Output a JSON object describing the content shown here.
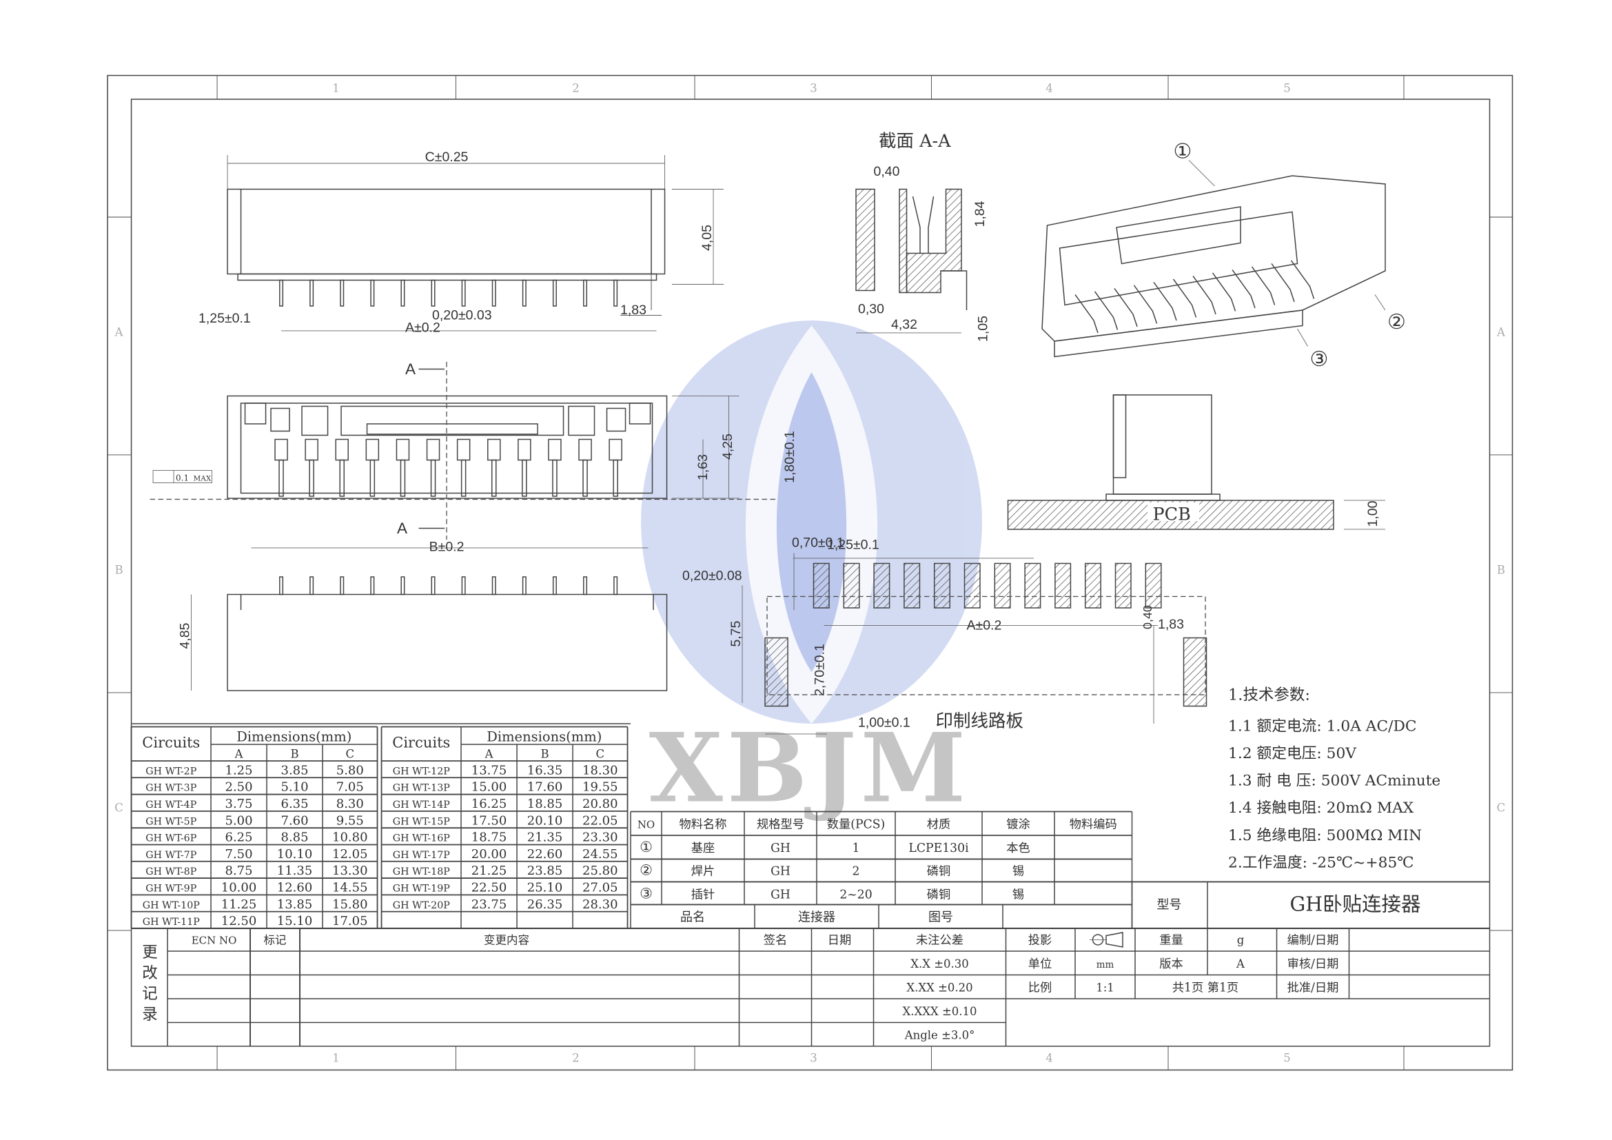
{
  "frame": {
    "col_labels": [
      "1",
      "2",
      "3",
      "4",
      "5"
    ],
    "row_labels": [
      "A",
      "B",
      "C"
    ]
  },
  "watermark": {
    "text": "XBJM",
    "color": "#3b5fc9"
  },
  "front_view": {
    "dim_c": "C±0.25",
    "dim_height": "4,05",
    "dim_pitch_left": "1,25±0.1",
    "dim_pin": "0,20±0.03",
    "dim_a": "A±0.2",
    "dim_right": "1,83"
  },
  "top_view": {
    "section_mark_top": "A",
    "section_mark_bottom": "A",
    "dim_b": "B±0.2",
    "dim_depth": "4,25",
    "dim_inner": "1,63",
    "dim_pcb_height": "1,80±0.1",
    "flatness": "0.1",
    "flatness_unit": "MAX"
  },
  "side_view": {
    "dim_height": "4,85"
  },
  "section": {
    "title": "截面  A-A",
    "dim_040": "0,40",
    "dim_184": "1,84",
    "dim_030": "0,30",
    "dim_432": "4,32",
    "dim_105": "1,05"
  },
  "iso_view": {
    "callouts": [
      "①",
      "②",
      "③"
    ]
  },
  "pcb_side": {
    "label": "PCB",
    "dim": "1,00"
  },
  "pcb_layout": {
    "dim_pad_w": "0,70±0.1",
    "dim_pitch": "1,25±0.1",
    "dim_gap": "0,20±0.08",
    "dim_total": "5,75",
    "dim_a": "A±0.2",
    "dim_040": "0,40",
    "dim_183": "1,83",
    "dim_270": "2,70±0.1",
    "dim_100": "1,00±0.1",
    "caption": "印制线路板"
  },
  "dimensions_table": {
    "header_circuits": "Circuits",
    "header_dims": "Dimensions(mm)",
    "cols": [
      "A",
      "B",
      "C"
    ],
    "rows": [
      [
        "GH WT-2P",
        "1.25",
        "3.85",
        "5.80"
      ],
      [
        "GH WT-3P",
        "2.50",
        "5.10",
        "7.05"
      ],
      [
        "GH WT-4P",
        "3.75",
        "6.35",
        "8.30"
      ],
      [
        "GH WT-5P",
        "5.00",
        "7.60",
        "9.55"
      ],
      [
        "GH WT-6P",
        "6.25",
        "8.85",
        "10.80"
      ],
      [
        "GH WT-7P",
        "7.50",
        "10.10",
        "12.05"
      ],
      [
        "GH WT-8P",
        "8.75",
        "11.35",
        "13.30"
      ],
      [
        "GH WT-9P",
        "10.00",
        "12.60",
        "14.55"
      ],
      [
        "GH WT-10P",
        "11.25",
        "13.85",
        "15.80"
      ],
      [
        "GH WT-11P",
        "12.50",
        "15.10",
        "17.05"
      ],
      [
        "GH WT-12P",
        "13.75",
        "16.35",
        "18.30"
      ],
      [
        "GH WT-13P",
        "15.00",
        "17.60",
        "19.55"
      ],
      [
        "GH WT-14P",
        "16.25",
        "18.85",
        "20.80"
      ],
      [
        "GH WT-15P",
        "17.50",
        "20.10",
        "22.05"
      ],
      [
        "GH WT-16P",
        "18.75",
        "21.35",
        "23.30"
      ],
      [
        "GH WT-17P",
        "20.00",
        "22.60",
        "24.55"
      ],
      [
        "GH WT-18P",
        "21.25",
        "23.85",
        "25.80"
      ],
      [
        "GH WT-19P",
        "22.50",
        "25.10",
        "27.05"
      ],
      [
        "GH WT-20P",
        "23.75",
        "26.35",
        "28.30"
      ]
    ]
  },
  "materials_table": {
    "headers": [
      "NO",
      "物料名称",
      "规格型号",
      "数量(PCS)",
      "材质",
      "镀涂",
      "物料编码"
    ],
    "rows": [
      [
        "①",
        "基座",
        "GH",
        "1",
        "LCPE130i",
        "本色",
        ""
      ],
      [
        "②",
        "焊片",
        "GH",
        "2",
        "磷铜",
        "锡",
        ""
      ],
      [
        "③",
        "插针",
        "GH",
        "2~20",
        "磷铜",
        "锡",
        ""
      ]
    ],
    "footer": [
      "品名",
      "连接器",
      "图号",
      ""
    ]
  },
  "title_block": {
    "model_label": "型号",
    "title": "GH卧贴连接器",
    "sign": "签名",
    "date": "日期",
    "tolerance": "未注公差",
    "tol_rows": [
      "X.X    ±0.30",
      "X.XX   ±0.20",
      "X.XXX ±0.10",
      "Angle  ±3.0°"
    ],
    "projection": "投影",
    "unit_label": "单位",
    "unit": "mm",
    "scale_label": "比例",
    "scale": "1:1",
    "weight_label": "重量",
    "weight": "g",
    "version_label": "版本",
    "version": "A",
    "pages": "共1页   第1页",
    "drawn": "编制/日期",
    "checked": "审核/日期",
    "approved": "批准/日期"
  },
  "change_record": {
    "side_label": [
      "更",
      "改",
      "记",
      "录"
    ],
    "ecn": "ECN NO",
    "mark": "标记",
    "content": "变更内容"
  },
  "specs": {
    "title": "1.技术参数:",
    "items": [
      "1.1 额定电流: 1.0A AC/DC",
      "1.2 额定电压: 50V",
      "1.3 耐 电 压: 500V ACminute",
      "1.4 接触电阻: 20mΩ  MAX",
      "1.5 绝缘电阻: 500MΩ  MIN",
      "2.工作温度: -25℃~+85℃"
    ]
  }
}
